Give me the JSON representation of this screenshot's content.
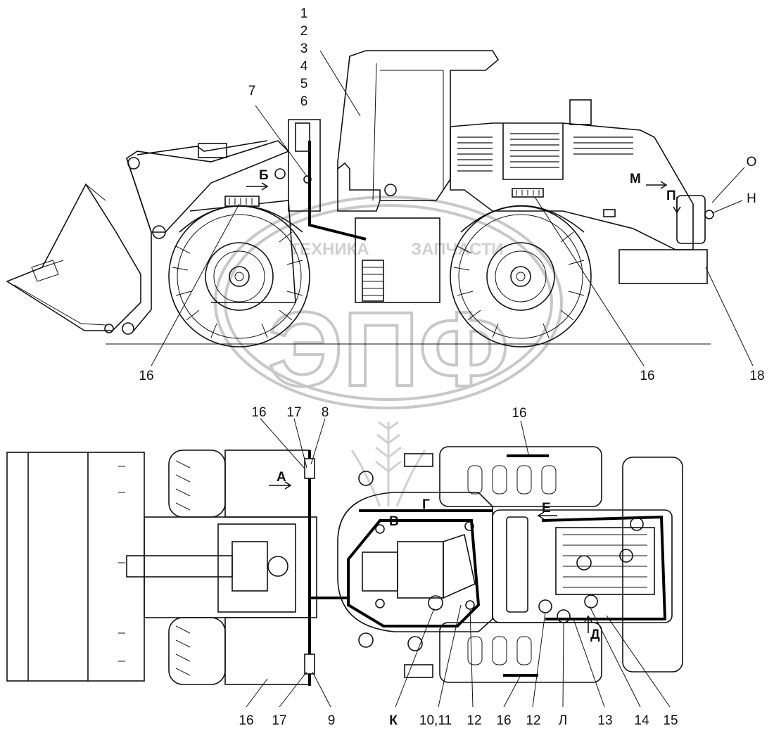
{
  "watermark": {
    "company": "ЭПФ",
    "text_left": "ТЕХНИКА",
    "text_right": "ЗАПЧАСТИ"
  },
  "side_view": {
    "callouts_stack": [
      "1",
      "2",
      "3",
      "4",
      "5",
      "6"
    ],
    "callout_7": "7",
    "callout_16_left": "16",
    "callout_16_right": "16",
    "callout_18": "18",
    "view_b": "Б",
    "view_m": "М",
    "view_p": "П",
    "callout_o": "О",
    "callout_n": "Н"
  },
  "top_view": {
    "top_labels": [
      "16",
      "17",
      "8"
    ],
    "top_right_16": "16",
    "view_a": "А",
    "view_g": "Г",
    "view_v": "В",
    "view_e": "Е",
    "view_d": "Д",
    "bottom_labels": [
      "16",
      "17",
      "9",
      "К",
      "10,11",
      "12",
      "16",
      "12",
      "Л",
      "13",
      "14",
      "15"
    ]
  }
}
